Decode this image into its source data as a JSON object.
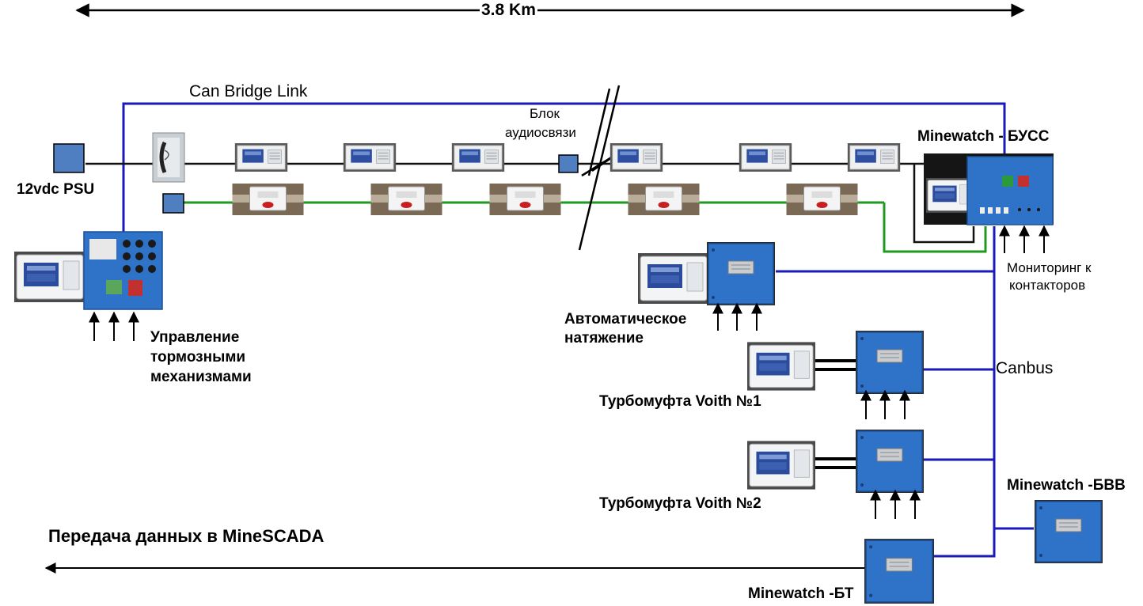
{
  "labels": {
    "distance": "3.8 Km",
    "can_bridge": "Can Bridge Link",
    "psu": "12vdc PSU",
    "audio_block": [
      "Блок",
      "аудиосвязи"
    ],
    "minewatch_buss": "Minewatch - БУСС",
    "monitoring": [
      "Мониторинг к",
      "контакторов"
    ],
    "brake_control": [
      "Управление",
      "тормозными",
      "механизмами"
    ],
    "auto_tension": [
      "Автоматическое",
      "натяжение"
    ],
    "canbus": "Canbus",
    "voith1": "Турбомуфта Voith №1",
    "voith2": "Турбомуфта Voith №2",
    "minewatch_bvv": "Minewatch -БВВ",
    "data_transfer": "Передача данных в MineSCADA",
    "minewatch_bt": "Minewatch -БТ"
  },
  "colors": {
    "can_line": "#1a1ab8",
    "green_line": "#1f9a1f",
    "black_line": "#111111",
    "enclosure": "#2f73c9",
    "psu_box": "#4f7fc0"
  },
  "icons": {
    "device": "monitor-device-icon",
    "pullwire": "pull-wire-switch-icon",
    "phone": "telephone-icon",
    "enclosure": "electrical-enclosure-icon",
    "terminal": "terminal-icon"
  }
}
